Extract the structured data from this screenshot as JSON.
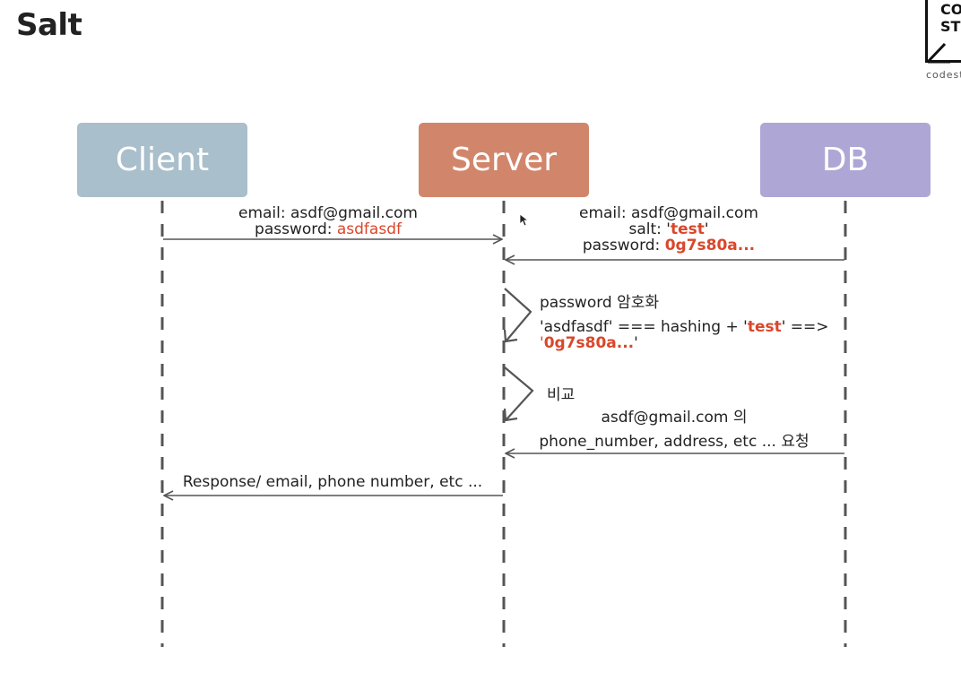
{
  "title": "Salt",
  "logo": {
    "line1": "CO",
    "line2": "ST",
    "caption": "codest"
  },
  "actors": {
    "client": "Client",
    "server": "Server",
    "db": "DB"
  },
  "messages": {
    "m1": {
      "email": "email: asdf@gmail.com",
      "password_label": "password: ",
      "password_value": "asdfasdf"
    },
    "m2": {
      "email": "email: asdf@gmail.com",
      "salt_label": "salt: '",
      "salt_value": "test",
      "salt_end": "'",
      "password_label": "password: ",
      "password_value": "0g7s80a..."
    },
    "self1": {
      "title": "password 암호화",
      "expr_a": "'asdfasdf'    === hashing + '",
      "expr_salt": "test",
      "expr_b": "' ==>",
      "result_open": "'",
      "result_value": "0g7s80a...",
      "result_close": "'"
    },
    "self2": {
      "title": "비교"
    },
    "m3": {
      "line1": "asdf@gmail.com 의",
      "line2": "phone_number, address, etc ... 요청"
    },
    "m4": {
      "text": "Response/ email, phone number, etc ..."
    }
  },
  "colors": {
    "client": "#a9bfcb",
    "server": "#d1866b",
    "db": "#aea7d6",
    "highlight": "#d9472b",
    "line": "#555555"
  }
}
